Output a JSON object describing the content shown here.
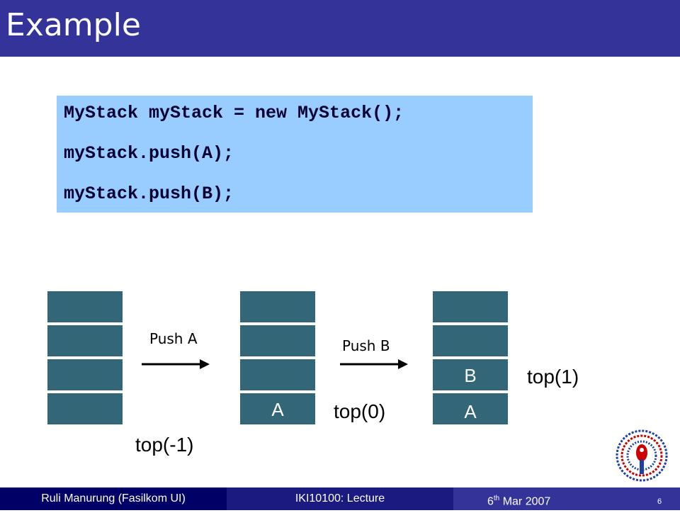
{
  "title": "Example",
  "code": {
    "lines": [
      "MyStack myStack = new MyStack();",
      "myStack.push(A);",
      "myStack.push(B);"
    ]
  },
  "diagram": {
    "arrow1_label": "Push A",
    "arrow2_label": "Push B",
    "stack2_cells": [
      "",
      "",
      "",
      "A"
    ],
    "stack3_cells": [
      "",
      "",
      "B",
      "A"
    ],
    "top_labels": [
      "top(-1)",
      "top(0)",
      "top(1)"
    ]
  },
  "footer": {
    "author": "Ruli Manurung (Fasilkom UI)",
    "course": "IKI10100: Lecture",
    "date_day": "6",
    "date_suffix": "th",
    "date_rest": " Mar 2007",
    "page_number": "6"
  },
  "colors": {
    "title_bar": "#333399",
    "code_bg": "#99ccff",
    "stack_cell": "#336677",
    "logo_red": "#cc0000",
    "logo_blue": "#1f3fa8"
  },
  "icons": [
    "university-logo-icon",
    "arrow-right-icon"
  ]
}
